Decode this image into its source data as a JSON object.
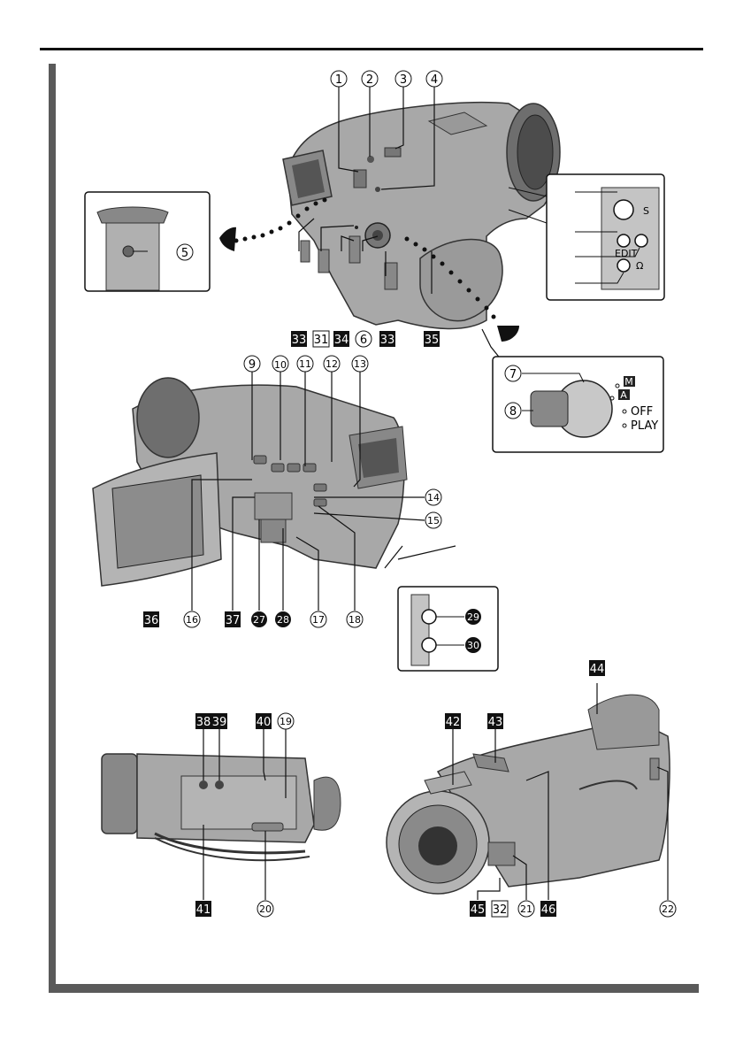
{
  "figure": {
    "circled_labels": {
      "c1": "1",
      "c2": "2",
      "c3": "3",
      "c4": "4",
      "c5": "5",
      "c6": "6",
      "c7": "7",
      "c8": "8",
      "c9": "9",
      "c10": "10",
      "c11": "11",
      "c12": "12",
      "c13": "13",
      "c14": "14",
      "c15": "15",
      "c16": "16",
      "c17": "17",
      "c18": "18",
      "c19": "19",
      "c20": "20",
      "c21": "21",
      "c22": "22"
    },
    "filled_circle_labels": {
      "n27": "27",
      "n28": "28",
      "n29": "29",
      "n30": "30"
    },
    "boxed_labels": {
      "b31": "31",
      "b32": "32"
    },
    "black_box_labels": {
      "k33a": "33",
      "k33b": "33",
      "k34": "34",
      "k35": "35",
      "k36": "36",
      "k37": "37",
      "k38": "38",
      "k39": "39",
      "k40": "40",
      "k41": "41",
      "k42": "42",
      "k43": "43",
      "k44": "44",
      "k45": "45",
      "k46": "46"
    },
    "power_switch": {
      "mode_m": "M",
      "mode_a": "A",
      "off": "OFF",
      "play": "PLAY"
    },
    "jack_marks": {
      "svideo": "S",
      "edit": "EDIT",
      "headphone": "Ω"
    }
  },
  "colors": {
    "camera_body": "#a8a8a8",
    "camera_dark": "#6e6e6e",
    "frame_bar": "#5a5a5a"
  }
}
